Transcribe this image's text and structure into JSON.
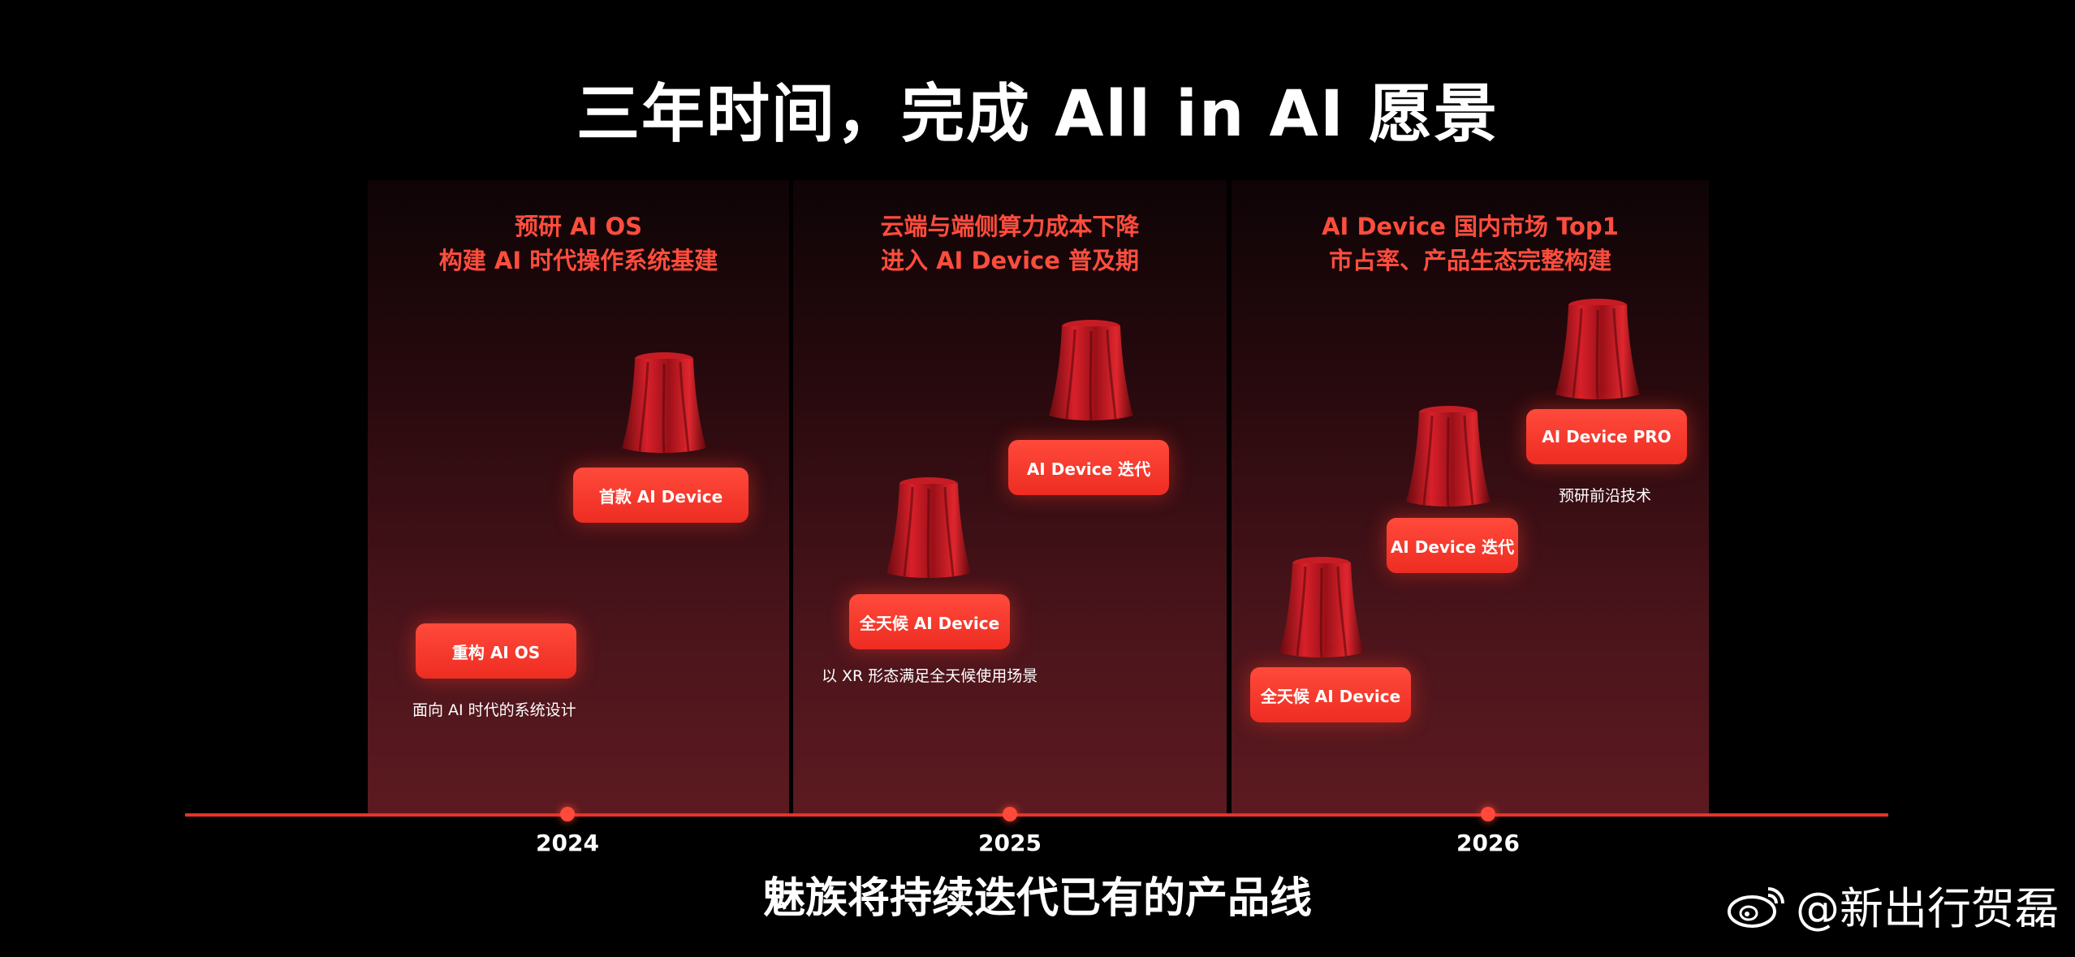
{
  "title": "三年时间，完成 All in AI 愿景",
  "subtitle": "魅族将持续迭代已有的产品线",
  "watermark": "@新出行贺磊",
  "colors": {
    "accent": "#ff4a3b",
    "background": "#000000",
    "panel": "#5c1a20"
  },
  "columns": [
    {
      "year": "2024",
      "heading": [
        "预研 AI OS",
        "构建 AI 时代操作系统基建"
      ],
      "items": [
        {
          "label": "首款 AI Device",
          "note": ""
        },
        {
          "label": "重构 AI OS",
          "note": "面向 AI 时代的系统设计"
        }
      ]
    },
    {
      "year": "2025",
      "heading": [
        "云端与端侧算力成本下降",
        "进入 AI Device 普及期"
      ],
      "items": [
        {
          "label": "AI Device  迭代",
          "note": ""
        },
        {
          "label": "全天候 AI Device",
          "note": "以 XR 形态满足全天候使用场景"
        }
      ]
    },
    {
      "year": "2026",
      "heading": [
        "AI Device 国内市场 Top1",
        "市占率、产品生态完整构建"
      ],
      "items": [
        {
          "label": "AI Device PRO",
          "note": "预研前沿技术"
        },
        {
          "label": "AI Device 迭代",
          "note": ""
        },
        {
          "label": "全天候 AI Device",
          "note": ""
        }
      ]
    }
  ]
}
